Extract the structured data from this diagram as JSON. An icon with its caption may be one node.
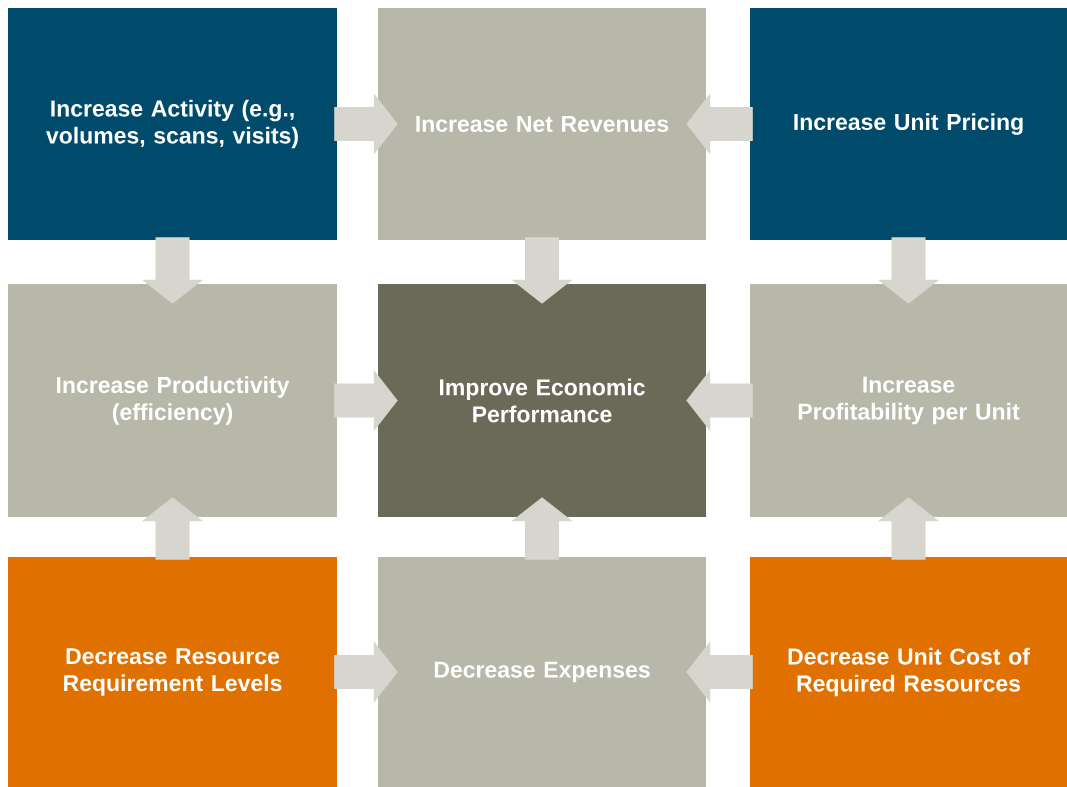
{
  "diagram": {
    "nodes": [
      {
        "text": [
          "Increase Activity (e.g., volumes, scans, visits)"
        ]
      },
      {
        "text": [
          "Increase Net Revenues"
        ]
      },
      {
        "text": [
          "Increase Unit Pricing"
        ]
      },
      {
        "text": [
          "Increase Productivity (efficiency)"
        ]
      },
      {
        "text": [
          "Improve Economic Performance"
        ]
      },
      {
        "text": [
          "Increase Profitability per Unit"
        ]
      },
      {
        "text": [
          "Decrease Resource Requirement Levels"
        ]
      },
      {
        "text": [
          "Decrease Expenses"
        ]
      },
      {
        "text": [
          "Decrease Unit Cost of Required Resources"
        ]
      }
    ],
    "edges": [
      {
        "from": 0,
        "to": 1,
        "arrow": "to"
      },
      {
        "from": 2,
        "to": 1,
        "arrow": "to"
      },
      {
        "from": 0,
        "to": 3,
        "arrow": "to"
      },
      {
        "from": 1,
        "to": 4,
        "arrow": "to"
      },
      {
        "from": 2,
        "to": 5,
        "arrow": "to"
      },
      {
        "from": 3,
        "to": 4,
        "arrow": "to"
      },
      {
        "from": 5,
        "to": 4,
        "arrow": "to"
      },
      {
        "from": 6,
        "to": 3,
        "arrow": "to"
      },
      {
        "from": 7,
        "to": 4,
        "arrow": "to"
      },
      {
        "from": 8,
        "to": 5,
        "arrow": "to"
      },
      {
        "from": 6,
        "to": 7,
        "arrow": "to"
      },
      {
        "from": 8,
        "to": 7,
        "arrow": "to"
      }
    ]
  }
}
